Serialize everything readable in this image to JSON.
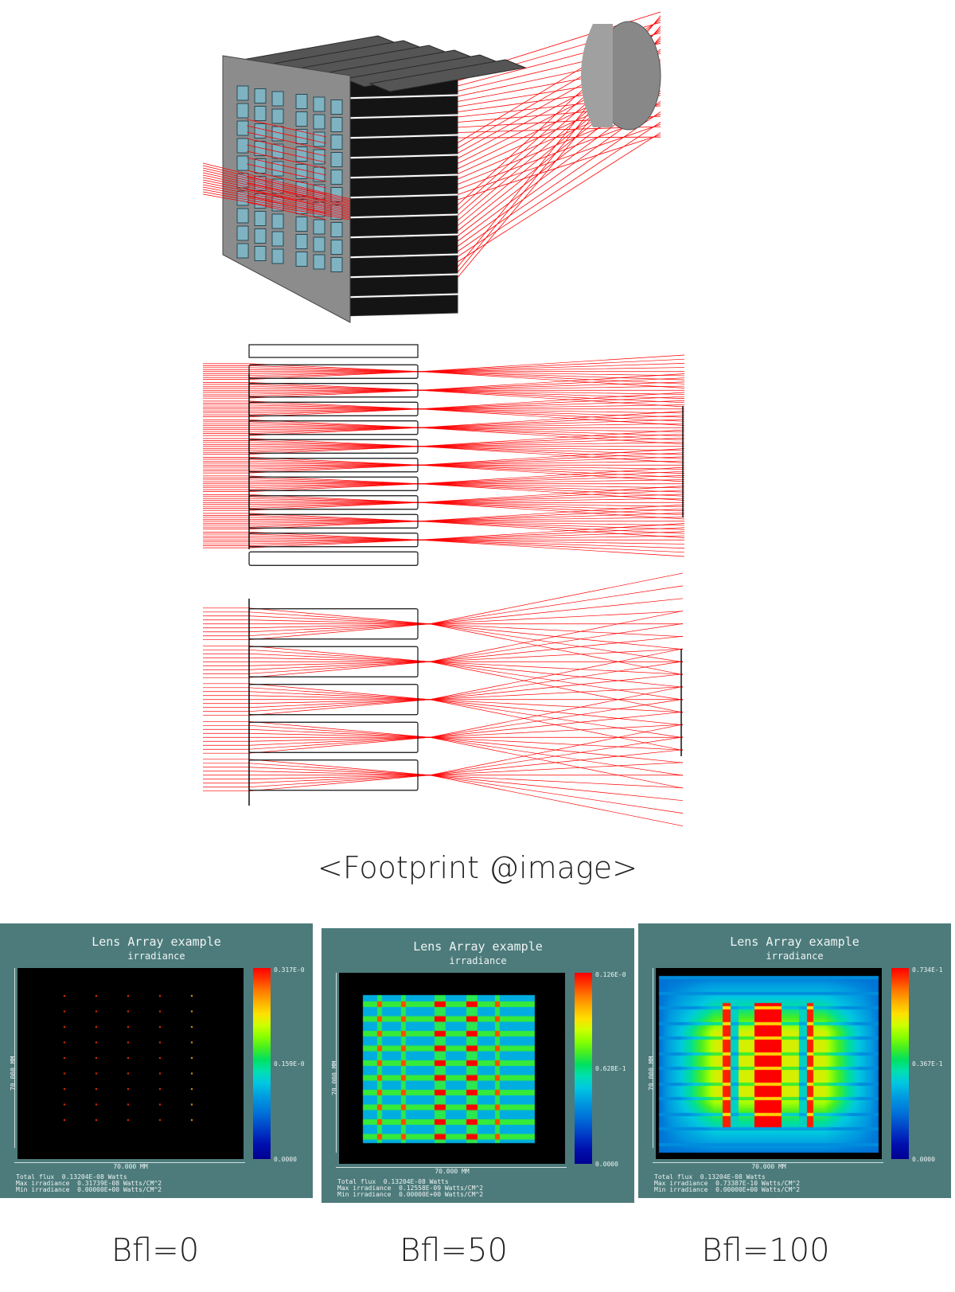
{
  "footprint_caption": "<Footprint @image>",
  "colors": {
    "ray": "#ff0000",
    "panel_bg": "#4d7b7b",
    "lens_face": "#7fb3c2",
    "housing": "#8c8c8c"
  },
  "panels": [
    {
      "title": "Lens Array example",
      "subtitle": "irradiance",
      "cb_top": "0.317E-0",
      "cb_mid": "0.159E-0",
      "cb_bot": "0.0000",
      "xlabel": "70.000 MM",
      "ylabel": "70.000 MM",
      "stats": [
        "Total flux  0.13204E-08 Watts",
        "Max irradiance  0.31739E-08 Watts/CM^2",
        "Min irradiance  0.00000E+00 Watts/CM^2"
      ],
      "caption": "Bfl=0",
      "pattern": "dots"
    },
    {
      "title": "Lens Array example",
      "subtitle": "irradiance",
      "cb_top": "0.126E-0",
      "cb_mid": "0.628E-1",
      "cb_bot": "0.0000",
      "xlabel": "70.000 MM",
      "ylabel": "70.000 MM",
      "stats": [
        "Total flux  0.13204E-08 Watts",
        "Max irradiance  0.12558E-09 Watts/CM^2",
        "Min irradiance  0.00000E+00 Watts/CM^2"
      ],
      "caption": "Bfl=50",
      "pattern": "grid"
    },
    {
      "title": "Lens Array example",
      "subtitle": "irradiance",
      "cb_top": "0.734E-1",
      "cb_mid": "0.367E-1",
      "cb_bot": "0.0000",
      "xlabel": "70.000 MM",
      "ylabel": "70.000 MM",
      "stats": [
        "Total flux  0.13204E-08 Watts",
        "Max irradiance  0.73387E-10 Watts/CM^2",
        "Min irradiance  0.00000E+00 Watts/CM^2"
      ],
      "caption": "Bfl=100",
      "pattern": "full"
    }
  ]
}
